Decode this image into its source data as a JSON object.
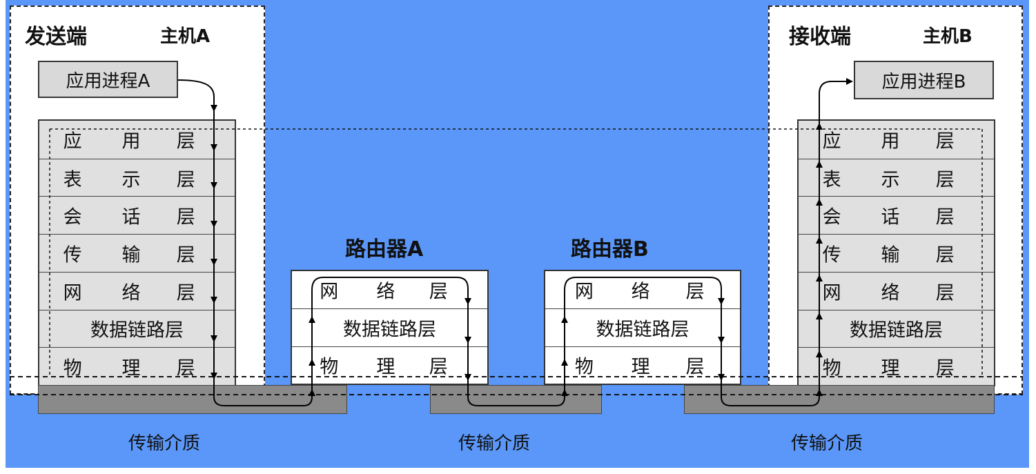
{
  "host_a": {
    "role": "发送端",
    "name": "主机A",
    "process": "应用进程A"
  },
  "host_b": {
    "role": "接收端",
    "name": "主机B",
    "process": "应用进程B"
  },
  "full_layers": [
    [
      "应",
      "用",
      "层"
    ],
    [
      "表",
      "示",
      "层"
    ],
    [
      "会",
      "话",
      "层"
    ],
    [
      "传",
      "输",
      "层"
    ],
    [
      "网",
      "络",
      "层"
    ],
    "数据链路层",
    [
      "物",
      "理",
      "层"
    ]
  ],
  "router_layers": [
    [
      "网",
      "络",
      "层"
    ],
    "数据链路层",
    [
      "物",
      "理",
      "层"
    ]
  ],
  "router_a": {
    "title": "路由器A"
  },
  "router_b": {
    "title": "路由器B"
  },
  "medium_label": "传输介质",
  "colors": {
    "background": "#5a97f9",
    "host_stack": "#e0e0e0",
    "medium": "#8a8a8a"
  }
}
